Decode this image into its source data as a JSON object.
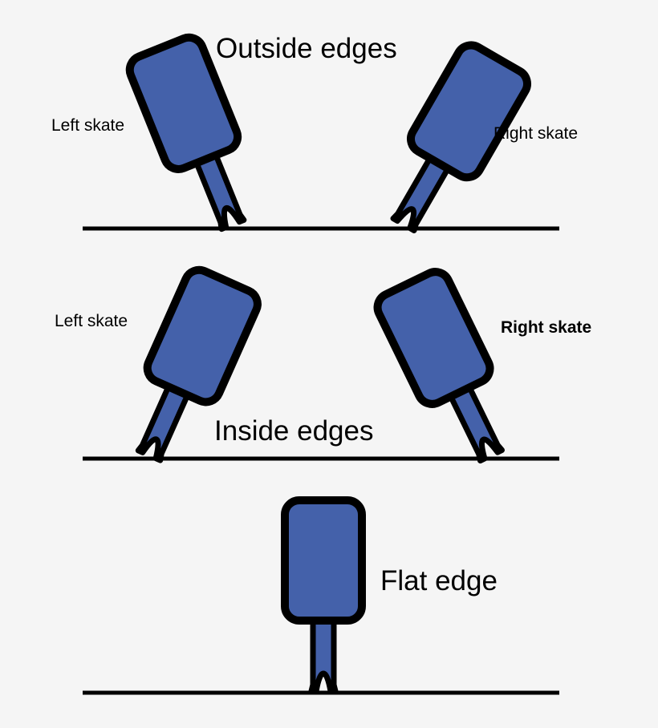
{
  "colors": {
    "background": "#f5f5f5",
    "boot_fill": "#4461aa",
    "outline": "#000000"
  },
  "sections": {
    "outside": {
      "title": "Outside edges",
      "left_label": "Left skate",
      "right_label": "Right skate"
    },
    "inside": {
      "title": "Inside edges",
      "left_label": "Left skate",
      "right_label": "Right skate"
    },
    "flat": {
      "title": "Flat edge"
    }
  }
}
